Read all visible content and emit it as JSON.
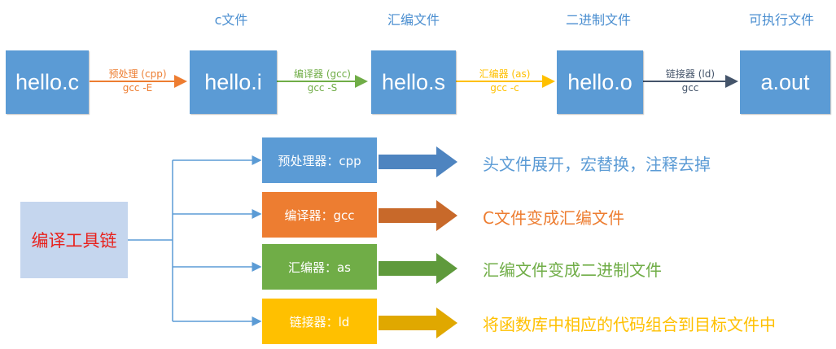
{
  "stages": [
    {
      "label": "hello.c"
    },
    {
      "label": "hello.i"
    },
    {
      "label": "hello.s"
    },
    {
      "label": "hello.o"
    },
    {
      "label": "a.out"
    }
  ],
  "file_types": [
    "c文件",
    "汇编文件",
    "二进制文件",
    "可执行文件"
  ],
  "steps": [
    {
      "line1": "预处理 (cpp)",
      "line2": "gcc -E",
      "color": "#ed7d31"
    },
    {
      "line1": "编译器 (gcc)",
      "line2": "gcc -S",
      "color": "#70ad47"
    },
    {
      "line1": "汇编器 (as)",
      "line2": "gcc -c",
      "color": "#ffc000"
    },
    {
      "line1": "链接器 (ld)",
      "line2": "gcc",
      "color": "#44546a"
    }
  ],
  "toolchain": {
    "label": "编译工具链",
    "tools": [
      {
        "label": "预处理器：cpp",
        "color": "#5b9bd5",
        "desc": "头文件展开，宏替换，注释去掉"
      },
      {
        "label": "编译器：gcc",
        "color": "#ed7d31",
        "desc": "C文件变成汇编文件"
      },
      {
        "label": "汇编器：as",
        "color": "#70ad47",
        "desc": "汇编文件变成二进制文件"
      },
      {
        "label": "链接器：ld",
        "color": "#ffc000",
        "desc": "将函数库中相应的代码组合到目标文件中"
      }
    ]
  }
}
